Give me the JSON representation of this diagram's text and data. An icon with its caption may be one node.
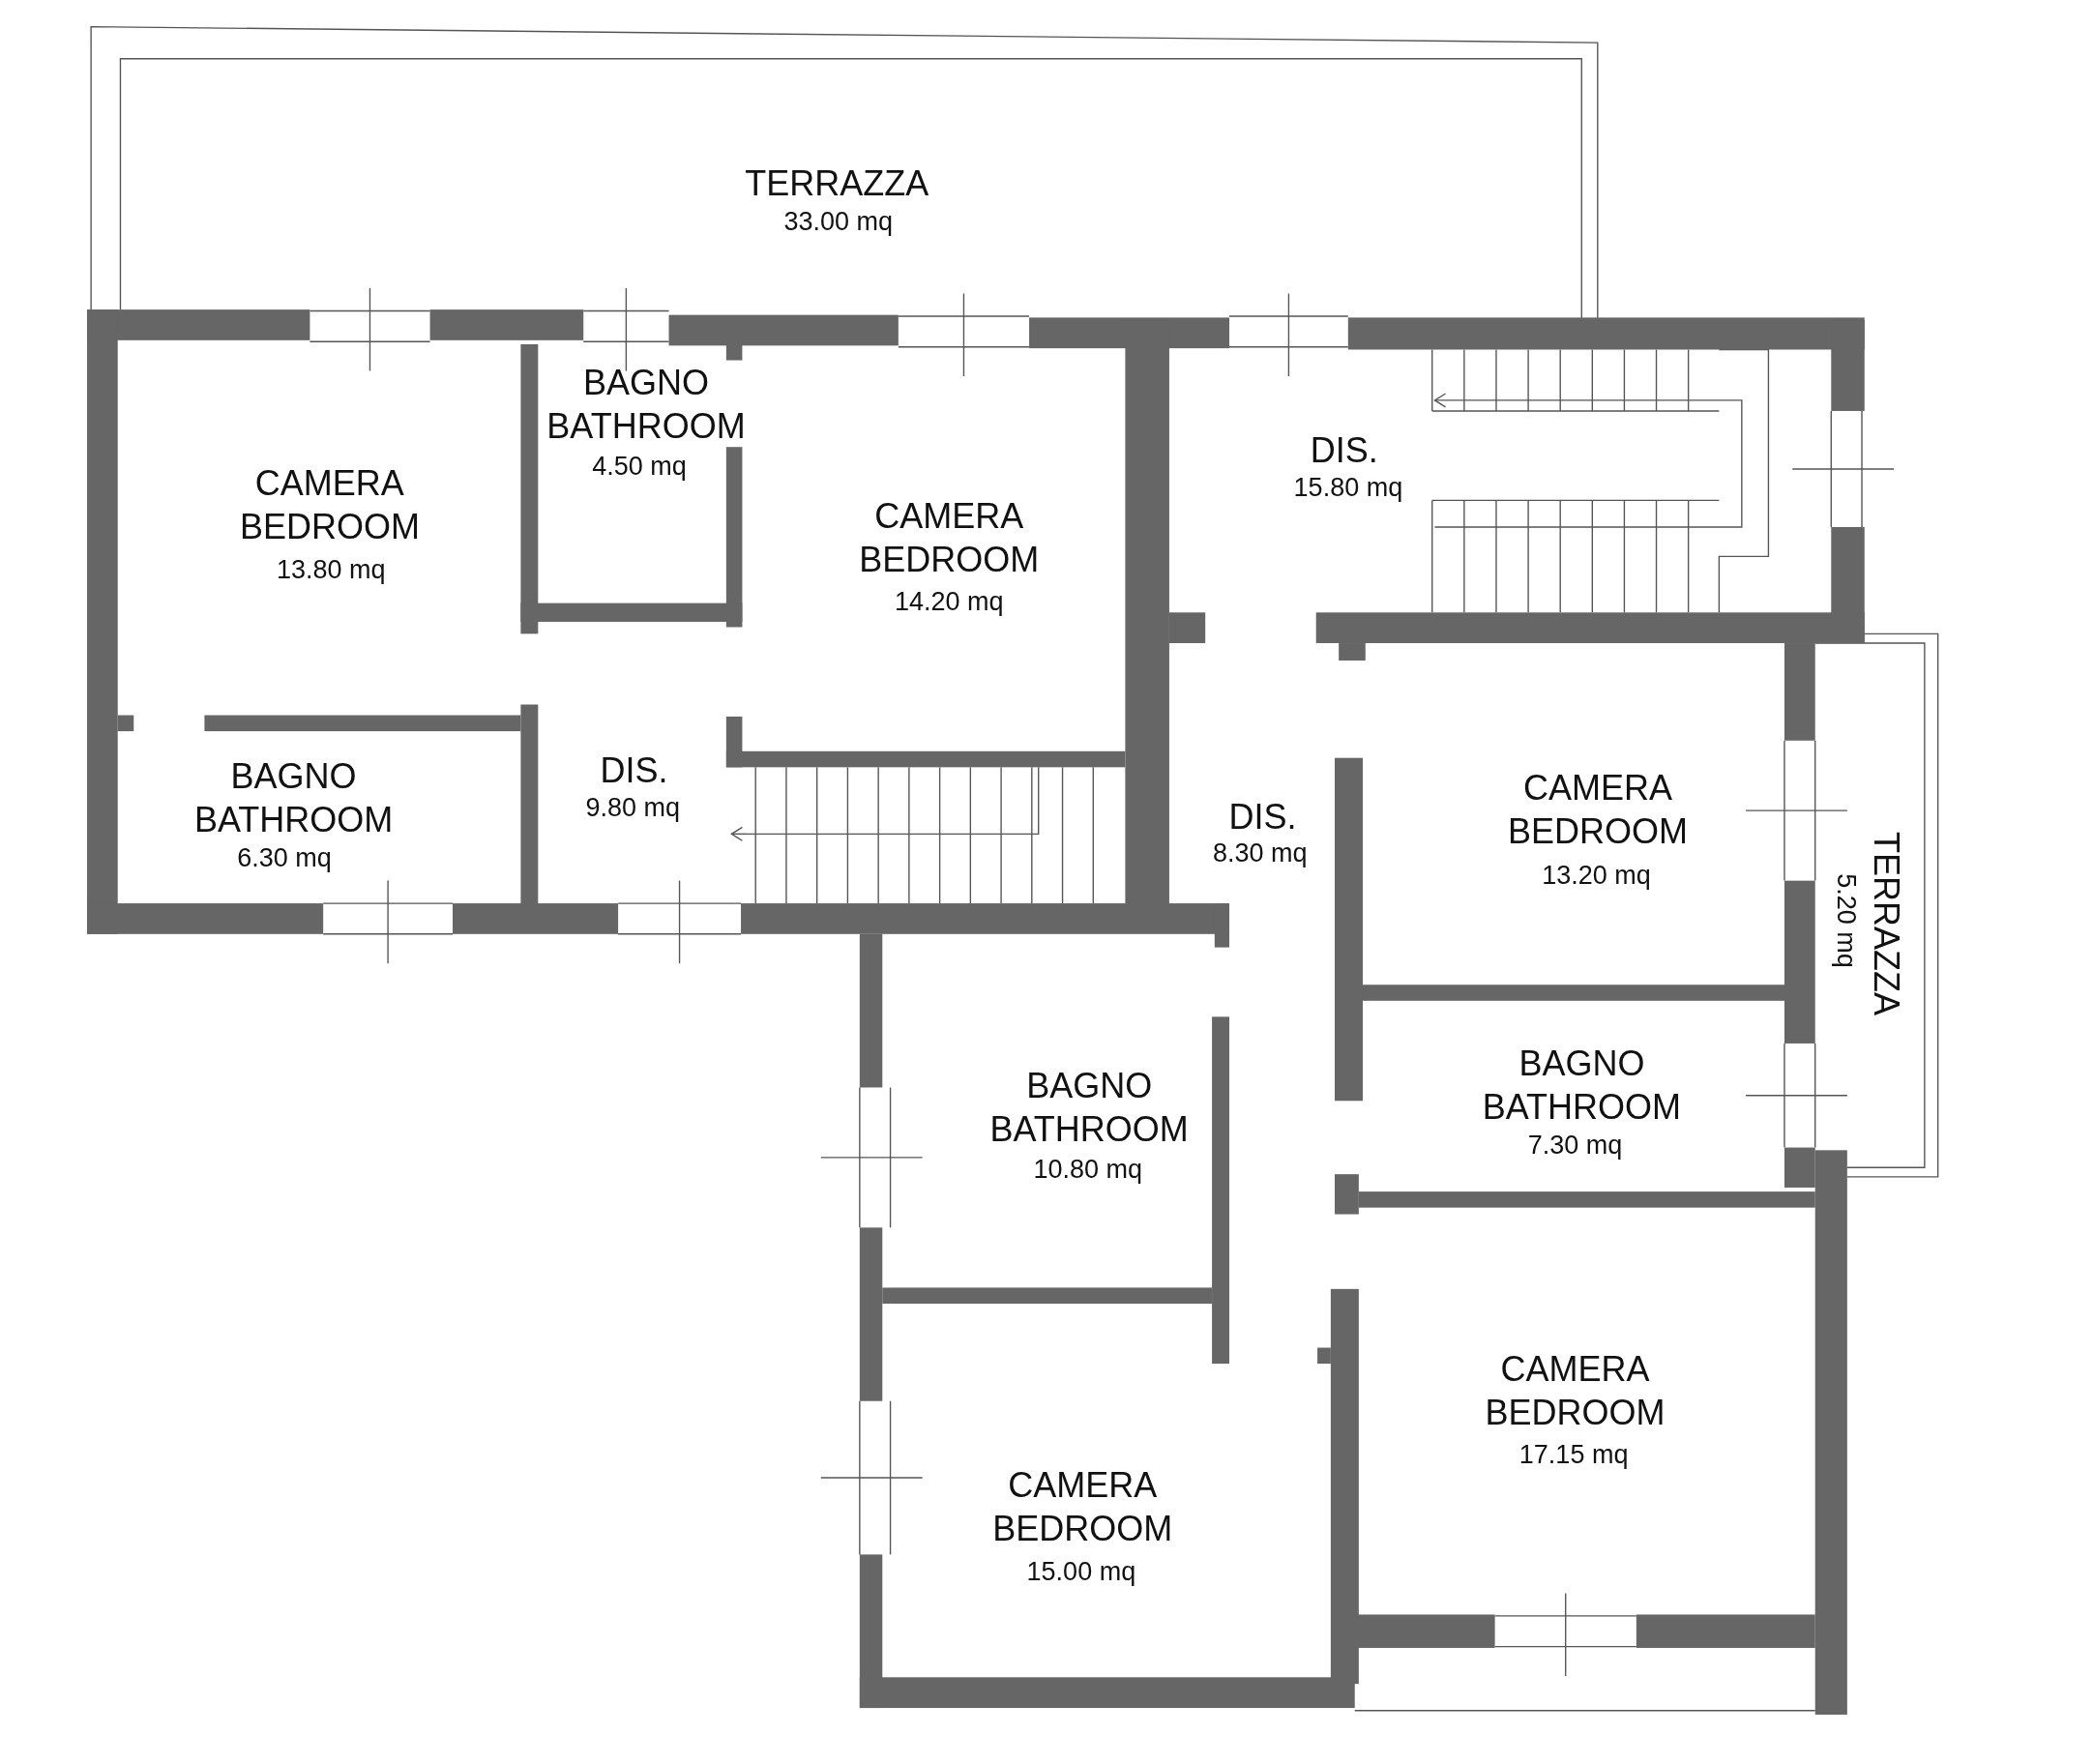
{
  "diagram": {
    "labels": [
      "TERRAZZA",
      "33.00 mq",
      "BAGNO BATHROOM",
      "4.50 mq",
      "CAMERA BEDROOM",
      "13.80 mq",
      "DIS.",
      "15.80 mq",
      "CAMERA BEDROOM",
      "14.20 mq",
      "BAGNO BATHROOM",
      "6.30 mq",
      "DIS.",
      "9.80 mq",
      "CAMERA BEDROOM",
      "13.20 mq",
      "DIS.",
      "8.30 mq",
      "TERRAZZA",
      "5.20 mq",
      "BAGNO BATHROOM",
      "7.30 mq",
      "BAGNO BATHROOM",
      "10.80 mq",
      "CAMERA BEDROOM",
      "17.15 mq",
      "CAMERA BEDROOM",
      "15.00 mq"
    ]
  }
}
